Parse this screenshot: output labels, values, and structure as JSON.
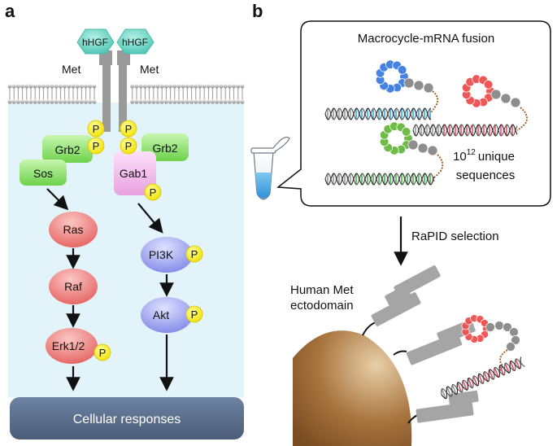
{
  "panel_a": {
    "letter": "a",
    "ligand_left": "hHGF",
    "ligand_right": "hHGF",
    "receptor_left": "Met",
    "receptor_right": "Met",
    "grb2_left": "Grb2",
    "sos": "Sos",
    "grb2_right": "Grb2",
    "gab1": "Gab1",
    "ras": "Ras",
    "raf": "Raf",
    "erk": "Erk1/2",
    "pi3k": "PI3K",
    "akt": "Akt",
    "phospho": "P",
    "cellular_responses": "Cellular responses"
  },
  "panel_b": {
    "letter": "b",
    "box_title": "Macrocycle-mRNA fusion",
    "unique_count_base": "10",
    "unique_count_exp": "12",
    "unique_word": "unique",
    "sequences_word": "sequences",
    "selection_label": "RaPID selection",
    "target_line1": "Human Met",
    "target_line2": "ectodomain"
  },
  "colors": {
    "membrane_blue": "#e3f3fa",
    "hgf": "#67d3c4",
    "receptor_gray": "#9a9a9a",
    "grb2_green": "#8ee070",
    "gab1_pink": "#f1b6ea",
    "ras_red": "#ee7a78",
    "pi3k_blue": "#9aa0ef",
    "phospho_yellow": "#fff000",
    "cell_resp": "#566a85",
    "macrocycle_blue": "#3d7de0",
    "macrocycle_red": "#f05050",
    "macrocycle_green": "#67b93e",
    "mrna_blue": "#3aa7d8",
    "mrna_red": "#e0506a",
    "mrna_green": "#4cb050"
  }
}
